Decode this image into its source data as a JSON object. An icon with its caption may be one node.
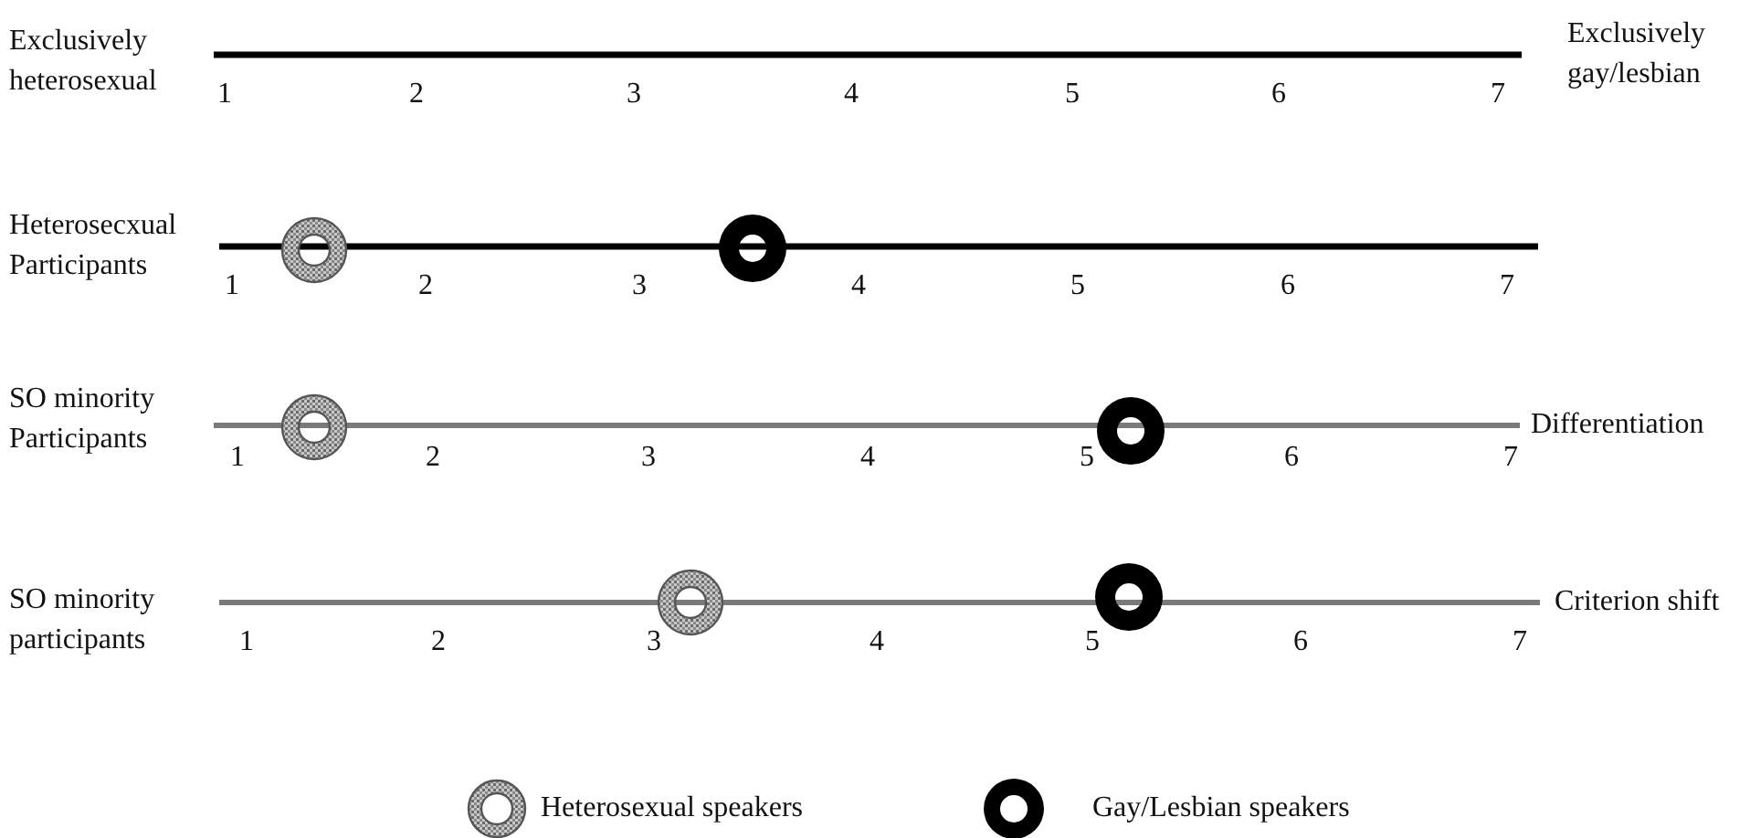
{
  "diagram": {
    "labels": [
      "Exclusively heterosexual",
      "1",
      "2",
      "3",
      "4",
      "5",
      "6",
      "7",
      "Exclusively gay/lesbian",
      "Heterosecxual Participants",
      "1",
      "2",
      "3",
      "4",
      "5",
      "6",
      "7",
      "SO minority Participants",
      "1",
      "2",
      "3",
      "4",
      "5",
      "6",
      "7",
      "Differentiation",
      "SO minority participants",
      "1",
      "2",
      "3",
      "4",
      "5",
      "6",
      "7",
      "Criterion shift"
    ],
    "legend": [
      {
        "text": "Heterosexual speakers"
      },
      {
        "text": "Gay/Lesbian speakers"
      }
    ]
  }
}
